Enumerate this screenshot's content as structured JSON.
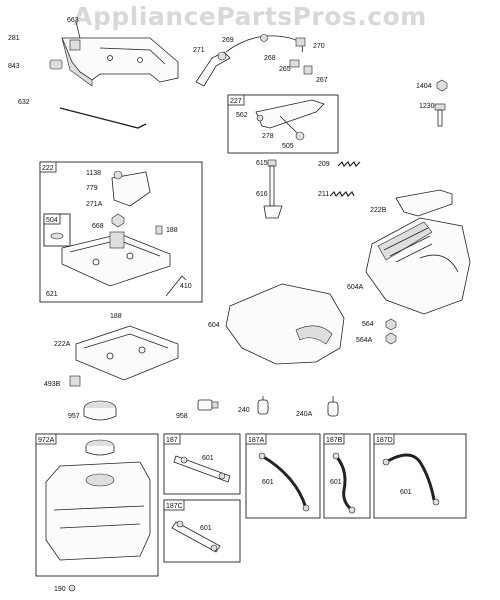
{
  "watermark": "AppliancePartsPros.com",
  "labels": {
    "l663": "663",
    "l281": "281",
    "l843": "843",
    "l271": "271",
    "l269": "269",
    "l268": "268",
    "l270": "270",
    "l265": "265",
    "l267": "267",
    "l1404": "1404",
    "l1230": "1230",
    "l632": "632",
    "l227": "227",
    "l562": "562",
    "l278": "278",
    "l505": "505",
    "l222": "222",
    "l1138": "1138",
    "l779": "779",
    "l271A": "271A",
    "l504": "504",
    "l668": "668",
    "l188a": "188",
    "l410": "410",
    "l621": "621",
    "l615": "615",
    "l616": "616",
    "l209": "209",
    "l211": "211",
    "l222B": "222B",
    "l604A": "604A",
    "l188b": "188",
    "l222A": "222A",
    "l604": "604",
    "l564": "564",
    "l564A": "564A",
    "l493B": "493B",
    "l957": "957",
    "l958": "958",
    "l240": "240",
    "l240A": "240A",
    "l972A": "972A",
    "l187": "187",
    "l601a": "601",
    "l187A": "187A",
    "l601b": "601",
    "l187B": "187B",
    "l601c": "601",
    "l187D": "187D",
    "l601d": "601",
    "l187C": "187C",
    "l601e": "601",
    "l190": "190"
  }
}
